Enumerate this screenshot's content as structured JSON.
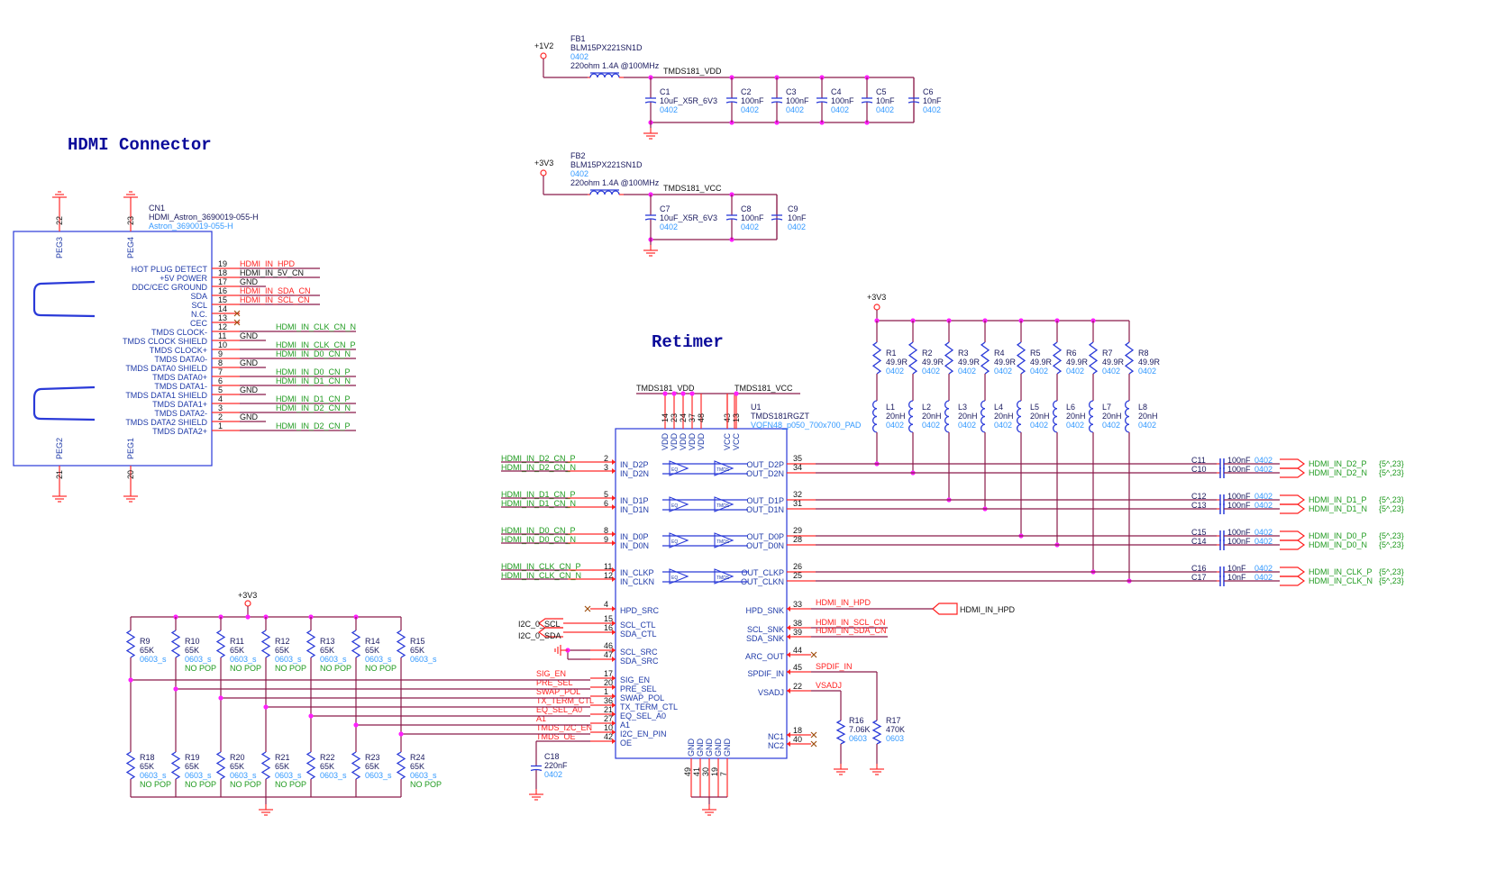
{
  "sections": {
    "hdmi_connector_title": "HDMI Connector",
    "retimer_title": "Retimer"
  },
  "power_filters": [
    {
      "ref": "FB1",
      "part": "BLM15PX221SN1D",
      "package": "0402",
      "spec": "220ohm 1.4A @100MHz",
      "rail_in": "+1V2",
      "rail_out": "TMDS181_VDD",
      "caps": [
        {
          "ref": "C1",
          "value": "10uF_X5R_6V3",
          "package": "0402"
        },
        {
          "ref": "C2",
          "value": "100nF",
          "package": "0402"
        },
        {
          "ref": "C3",
          "value": "100nF",
          "package": "0402"
        },
        {
          "ref": "C4",
          "value": "100nF",
          "package": "0402"
        },
        {
          "ref": "C5",
          "value": "10nF",
          "package": "0402"
        },
        {
          "ref": "C6",
          "value": "10nF",
          "package": "0402"
        }
      ]
    },
    {
      "ref": "FB2",
      "part": "BLM15PX221SN1D",
      "package": "0402",
      "spec": "220ohm 1.4A @100MHz",
      "rail_in": "+3V3",
      "rail_out": "TMDS181_VCC",
      "caps": [
        {
          "ref": "C7",
          "value": "10uF_X5R_6V3",
          "package": "0402"
        },
        {
          "ref": "C8",
          "value": "100nF",
          "package": "0402"
        },
        {
          "ref": "C9",
          "value": "10nF",
          "package": "0402"
        }
      ]
    }
  ],
  "connector": {
    "ref": "CN1",
    "part": "HDMI_Astron_3690019-055-H",
    "footprint": "Astron_3690019-055-H",
    "pegs": [
      {
        "name": "PEG3",
        "pin": "22"
      },
      {
        "name": "PEG4",
        "pin": "23"
      },
      {
        "name": "PEG2",
        "pin": "21"
      },
      {
        "name": "PEG1",
        "pin": "20"
      }
    ],
    "pins": [
      {
        "label": "HOT PLUG DETECT",
        "pin": "19",
        "net": "HDMI_IN_HPD",
        "color": "red"
      },
      {
        "label": "+5V POWER",
        "pin": "18",
        "net": "HDMI_IN_5V_CN",
        "color": "black"
      },
      {
        "label": "DDC/CEC GROUND",
        "pin": "17",
        "net": "GND",
        "color": "black"
      },
      {
        "label": "SDA",
        "pin": "16",
        "net": "HDMI_IN_SDA_CN",
        "color": "red"
      },
      {
        "label": "SCL",
        "pin": "15",
        "net": "HDMI_IN_SCL_CN",
        "color": "red"
      },
      {
        "label": "N.C.",
        "pin": "14",
        "net": "",
        "color": "none"
      },
      {
        "label": "CEC",
        "pin": "13",
        "net": "",
        "color": "nc"
      },
      {
        "label": "TMDS CLOCK-",
        "pin": "12",
        "net": "HDMI_IN_CLK_CN_N",
        "color": "green"
      },
      {
        "label": "TMDS CLOCK SHIELD",
        "pin": "11",
        "net": "GND",
        "color": "black"
      },
      {
        "label": "TMDS CLOCK+",
        "pin": "10",
        "net": "HDMI_IN_CLK_CN_P",
        "color": "green"
      },
      {
        "label": "TMDS DATA0-",
        "pin": "9",
        "net": "HDMI_IN_D0_CN_N",
        "color": "green"
      },
      {
        "label": "TMDS DATA0 SHIELD",
        "pin": "8",
        "net": "GND",
        "color": "black"
      },
      {
        "label": "TMDS DATA0+",
        "pin": "7",
        "net": "HDMI_IN_D0_CN_P",
        "color": "green"
      },
      {
        "label": "TMDS DATA1-",
        "pin": "6",
        "net": "HDMI_IN_D1_CN_N",
        "color": "green"
      },
      {
        "label": "TMDS DATA1 SHIELD",
        "pin": "5",
        "net": "GND",
        "color": "black"
      },
      {
        "label": "TMDS DATA1+",
        "pin": "4",
        "net": "HDMI_IN_D1_CN_P",
        "color": "green"
      },
      {
        "label": "TMDS DATA2-",
        "pin": "3",
        "net": "HDMI_IN_D2_CN_N",
        "color": "green"
      },
      {
        "label": "TMDS DATA2 SHIELD",
        "pin": "2",
        "net": "GND",
        "color": "black"
      },
      {
        "label": "TMDS DATA2+",
        "pin": "1",
        "net": "HDMI_IN_D2_CN_P",
        "color": "green"
      }
    ]
  },
  "retimer": {
    "ref": "U1",
    "part": "TMDS181RGZT",
    "footprint": "VQFN48_p050_700x700_PAD",
    "vdd_net": "TMDS181_VDD",
    "vcc_net": "TMDS181_VCC",
    "vdd_pins": [
      "14",
      "23",
      "24",
      "37",
      "48"
    ],
    "vcc_pins": [
      "43",
      "13"
    ],
    "gnd_pins": [
      "49",
      "41",
      "30",
      "19",
      "7"
    ],
    "vdd_label": "VDD",
    "vcc_label": "VCC",
    "gnd_label": "GND",
    "eq_label": "EQ",
    "tmds_label": "TMDS",
    "left_pins": [
      {
        "name": "IN_D2P",
        "pin": "2",
        "net": "HDMI_IN_D2_CN_P"
      },
      {
        "name": "IN_D2N",
        "pin": "3",
        "net": "HDMI_IN_D2_CN_N"
      },
      {
        "name": "IN_D1P",
        "pin": "5",
        "net": "HDMI_IN_D1_CN_P"
      },
      {
        "name": "IN_D1N",
        "pin": "6",
        "net": "HDMI_IN_D1_CN_N"
      },
      {
        "name": "IN_D0P",
        "pin": "8",
        "net": "HDMI_IN_D0_CN_P"
      },
      {
        "name": "IN_D0N",
        "pin": "9",
        "net": "HDMI_IN_D0_CN_N"
      },
      {
        "name": "IN_CLKP",
        "pin": "11",
        "net": "HDMI_IN_CLK_CN_P"
      },
      {
        "name": "IN_CLKN",
        "pin": "12",
        "net": "HDMI_IN_CLK_CN_N"
      },
      {
        "name": "HPD_SRC",
        "pin": "4",
        "net": ""
      },
      {
        "name": "SCL_CTL",
        "pin": "15",
        "net": "I2C_0_SCL"
      },
      {
        "name": "SDA_CTL",
        "pin": "16",
        "net": "I2C_0_SDA"
      },
      {
        "name": "SCL_SRC",
        "pin": "46",
        "net": ""
      },
      {
        "name": "SDA_SRC",
        "pin": "47",
        "net": ""
      },
      {
        "name": "SIG_EN",
        "pin": "17",
        "net": "SIG_EN"
      },
      {
        "name": "PRE_SEL",
        "pin": "20",
        "net": "PRE_SEL"
      },
      {
        "name": "SWAP_POL",
        "pin": "1",
        "net": "SWAP_POL"
      },
      {
        "name": "TX_TERM_CTL",
        "pin": "36",
        "net": "TX_TERM_CTL"
      },
      {
        "name": "EQ_SEL_A0",
        "pin": "21",
        "net": "EQ_SEL_A0"
      },
      {
        "name": "A1",
        "pin": "27",
        "net": "A1"
      },
      {
        "name": "I2C_EN_PIN",
        "pin": "10",
        "net": "TMDS_I2C_EN"
      },
      {
        "name": "OE",
        "pin": "42",
        "net": "TMDS_OE"
      }
    ],
    "right_pins": [
      {
        "name": "OUT_D2P",
        "pin": "35"
      },
      {
        "name": "OUT_D2N",
        "pin": "34"
      },
      {
        "name": "OUT_D1P",
        "pin": "32"
      },
      {
        "name": "OUT_D1N",
        "pin": "31"
      },
      {
        "name": "OUT_D0P",
        "pin": "29"
      },
      {
        "name": "OUT_D0N",
        "pin": "28"
      },
      {
        "name": "OUT_CLKP",
        "pin": "26"
      },
      {
        "name": "OUT_CLKN",
        "pin": "25"
      },
      {
        "name": "HPD_SNK",
        "pin": "33",
        "net": "HDMI_IN_HPD"
      },
      {
        "name": "SCL_SNK",
        "pin": "38",
        "net": "HDMI_IN_SCL_CN"
      },
      {
        "name": "SDA_SNK",
        "pin": "39",
        "net": "HDMI_IN_SDA_CN"
      },
      {
        "name": "ARC_OUT",
        "pin": "44",
        "net": ""
      },
      {
        "name": "SPDIF_IN",
        "pin": "45",
        "net": "SPDIF_IN"
      },
      {
        "name": "VSADJ",
        "pin": "22",
        "net": "VSADJ"
      },
      {
        "name": "NC1",
        "pin": "18",
        "net": ""
      },
      {
        "name": "NC2",
        "pin": "40",
        "net": ""
      }
    ],
    "hpd_port": "HDMI_IN_HPD"
  },
  "pullups_top": {
    "rail": "+3V3",
    "resistors": [
      {
        "ref": "R1",
        "value": "49.9R",
        "package": "0402"
      },
      {
        "ref": "R2",
        "value": "49.9R",
        "package": "0402"
      },
      {
        "ref": "R3",
        "value": "49.9R",
        "package": "0402"
      },
      {
        "ref": "R4",
        "value": "49.9R",
        "package": "0402"
      },
      {
        "ref": "R5",
        "value": "49.9R",
        "package": "0402"
      },
      {
        "ref": "R6",
        "value": "49.9R",
        "package": "0402"
      },
      {
        "ref": "R7",
        "value": "49.9R",
        "package": "0402"
      },
      {
        "ref": "R8",
        "value": "49.9R",
        "package": "0402"
      }
    ],
    "inductors": [
      {
        "ref": "L1",
        "value": "20nH",
        "package": "0402"
      },
      {
        "ref": "L2",
        "value": "20nH",
        "package": "0402"
      },
      {
        "ref": "L3",
        "value": "20nH",
        "package": "0402"
      },
      {
        "ref": "L4",
        "value": "20nH",
        "package": "0402"
      },
      {
        "ref": "L5",
        "value": "20nH",
        "package": "0402"
      },
      {
        "ref": "L6",
        "value": "20nH",
        "package": "0402"
      },
      {
        "ref": "L7",
        "value": "20nH",
        "package": "0402"
      },
      {
        "ref": "L8",
        "value": "20nH",
        "package": "0402"
      }
    ]
  },
  "ac_caps": [
    {
      "ref": "C11",
      "value": "100nF",
      "package": "0402",
      "net": "HDMI_IN_D2_P",
      "page": "{5^,23}"
    },
    {
      "ref": "C10",
      "value": "100nF",
      "package": "0402",
      "net": "HDMI_IN_D2_N",
      "page": "{5^,23}"
    },
    {
      "ref": "C12",
      "value": "100nF",
      "package": "0402",
      "net": "HDMI_IN_D1_P",
      "page": "{5^,23}"
    },
    {
      "ref": "C13",
      "value": "100nF",
      "package": "0402",
      "net": "HDMI_IN_D1_N",
      "page": "{5^,23}"
    },
    {
      "ref": "C15",
      "value": "100nF",
      "package": "0402",
      "net": "HDMI_IN_D0_P",
      "page": "{5^,23}"
    },
    {
      "ref": "C14",
      "value": "100nF",
      "package": "0402",
      "net": "HDMI_IN_D0_N",
      "page": "{5^,23}"
    },
    {
      "ref": "C16",
      "value": "10nF",
      "package": "0402",
      "net": "HDMI_IN_CLK_P",
      "page": "{5^,23}"
    },
    {
      "ref": "C17",
      "value": "10nF",
      "package": "0402",
      "net": "HDMI_IN_CLK_N",
      "page": "{5^,23}"
    }
  ],
  "strap_top": {
    "rail": "+3V3",
    "resistors": [
      {
        "ref": "R9",
        "value": "65K",
        "package": "0603_s",
        "note": ""
      },
      {
        "ref": "R10",
        "value": "65K",
        "package": "0603_s",
        "note": "NO POP"
      },
      {
        "ref": "R11",
        "value": "65K",
        "package": "0603_s",
        "note": "NO POP"
      },
      {
        "ref": "R12",
        "value": "65K",
        "package": "0603_s",
        "note": "NO POP"
      },
      {
        "ref": "R13",
        "value": "65K",
        "package": "0603_s",
        "note": "NO POP"
      },
      {
        "ref": "R14",
        "value": "65K",
        "package": "0603_s",
        "note": "NO POP"
      },
      {
        "ref": "R15",
        "value": "65K",
        "package": "0603_s",
        "note": ""
      }
    ]
  },
  "strap_bottom": {
    "resistors": [
      {
        "ref": "R18",
        "value": "65K",
        "package": "0603_s",
        "note": "NO POP"
      },
      {
        "ref": "R19",
        "value": "65K",
        "package": "0603_s",
        "note": "NO POP"
      },
      {
        "ref": "R20",
        "value": "65K",
        "package": "0603_s",
        "note": "NO POP"
      },
      {
        "ref": "R21",
        "value": "65K",
        "package": "0603_s",
        "note": "NO POP"
      },
      {
        "ref": "R22",
        "value": "65K",
        "package": "0603_s",
        "note": ""
      },
      {
        "ref": "R23",
        "value": "65K",
        "package": "0603_s",
        "note": ""
      },
      {
        "ref": "R24",
        "value": "65K",
        "package": "0603_s",
        "note": "NO POP"
      }
    ]
  },
  "misc": {
    "c18": {
      "ref": "C18",
      "value": "220nF",
      "package": "0402"
    },
    "r16": {
      "ref": "R16",
      "value": "7.06K",
      "package": "0603"
    },
    "r17": {
      "ref": "R17",
      "value": "470K",
      "package": "0603"
    }
  }
}
